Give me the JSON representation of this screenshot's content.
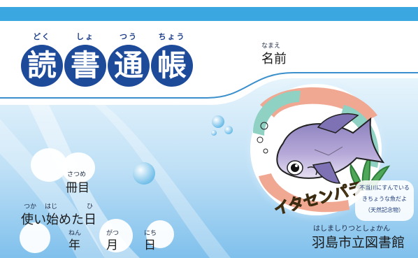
{
  "booklet": {
    "title_chars": [
      "読",
      "書",
      "通",
      "帳"
    ],
    "title_readings": [
      "どく",
      "しょ",
      "つう",
      "ちょう"
    ]
  },
  "name_field": {
    "reading": "なまえ",
    "label": "名前"
  },
  "volumes_field": {
    "reading": "さつめ",
    "label": "冊目"
  },
  "start_date_field": {
    "label": "使い始めた日",
    "readings": [
      "つか",
      "はじ",
      "ひ"
    ]
  },
  "date_units": {
    "year": {
      "reading": "ねん",
      "label": "年"
    },
    "month": {
      "reading": "がつ",
      "label": "月"
    },
    "day": {
      "reading": "にち",
      "label": "日"
    }
  },
  "mascot": {
    "name": "イタセンパラ",
    "badge_lines": [
      "不当川にすんでいる",
      "きちょうな魚だよ",
      "（天然記念物）"
    ]
  },
  "library": {
    "reading": "はしましりつとしょかん",
    "name": "羽島市立図書館"
  },
  "colors": {
    "top_band": "#3aa7e0",
    "title_circle": "#1e4a9a",
    "sky_blue": "#6db8e8",
    "fish_body": "#a79bd0",
    "mascot_text": "#f0c400"
  }
}
